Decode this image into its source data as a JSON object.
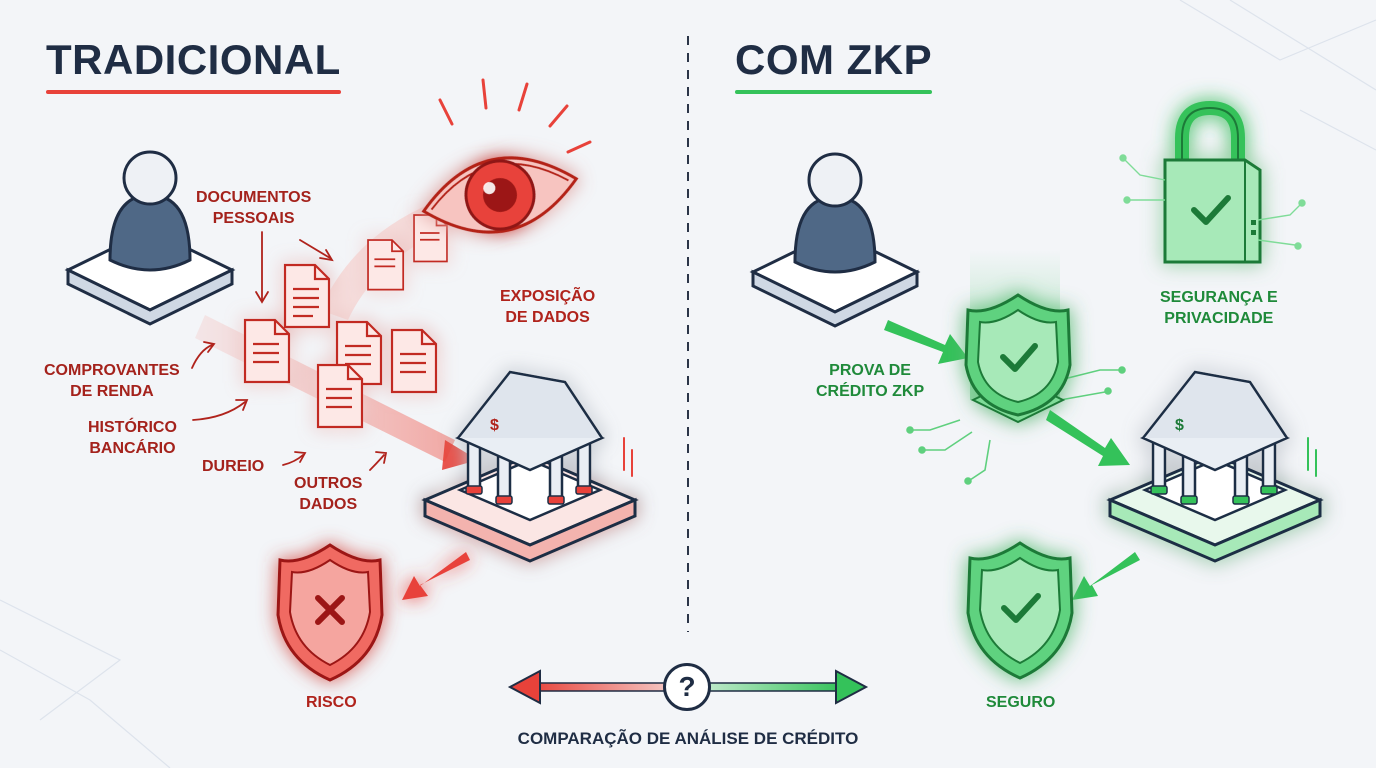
{
  "left": {
    "title": "TRADICIONAL",
    "labels": {
      "documentos": "DOCUMENTOS\nPESSOAIS",
      "comprovantes": "COMPROVANTES\nDE RENDA",
      "historico": "HISTÓRICO\nBANCÁRIO",
      "dureio": "DUREIO",
      "outros": "OUTROS\nDADOS",
      "exposicao": "EXPOSIÇÃO\nDE DADOS",
      "risco": "RISCO"
    }
  },
  "right": {
    "title": "COM ZKP",
    "labels": {
      "prova": "PROVA DE\nCRÉDITO ZKP",
      "seguranca": "SEGURANÇA E\nPRIVACIDADE",
      "seguro": "SEGURO"
    }
  },
  "footer": {
    "help_symbol": "?",
    "caption": "COMPARAÇÃO DE ANÁLISE DE CRÉDITO"
  },
  "colors": {
    "traditional": "#e8423a",
    "zkp": "#34c25a",
    "ink": "#1f2d44",
    "slate": "#4f6886"
  },
  "icons": {
    "user": "user-icon",
    "bank": "bank-icon",
    "eye": "eye-icon",
    "shield_risk": "shield-x-icon",
    "shield_ok": "shield-check-icon",
    "lock": "lock-icon",
    "document": "document-icon"
  }
}
